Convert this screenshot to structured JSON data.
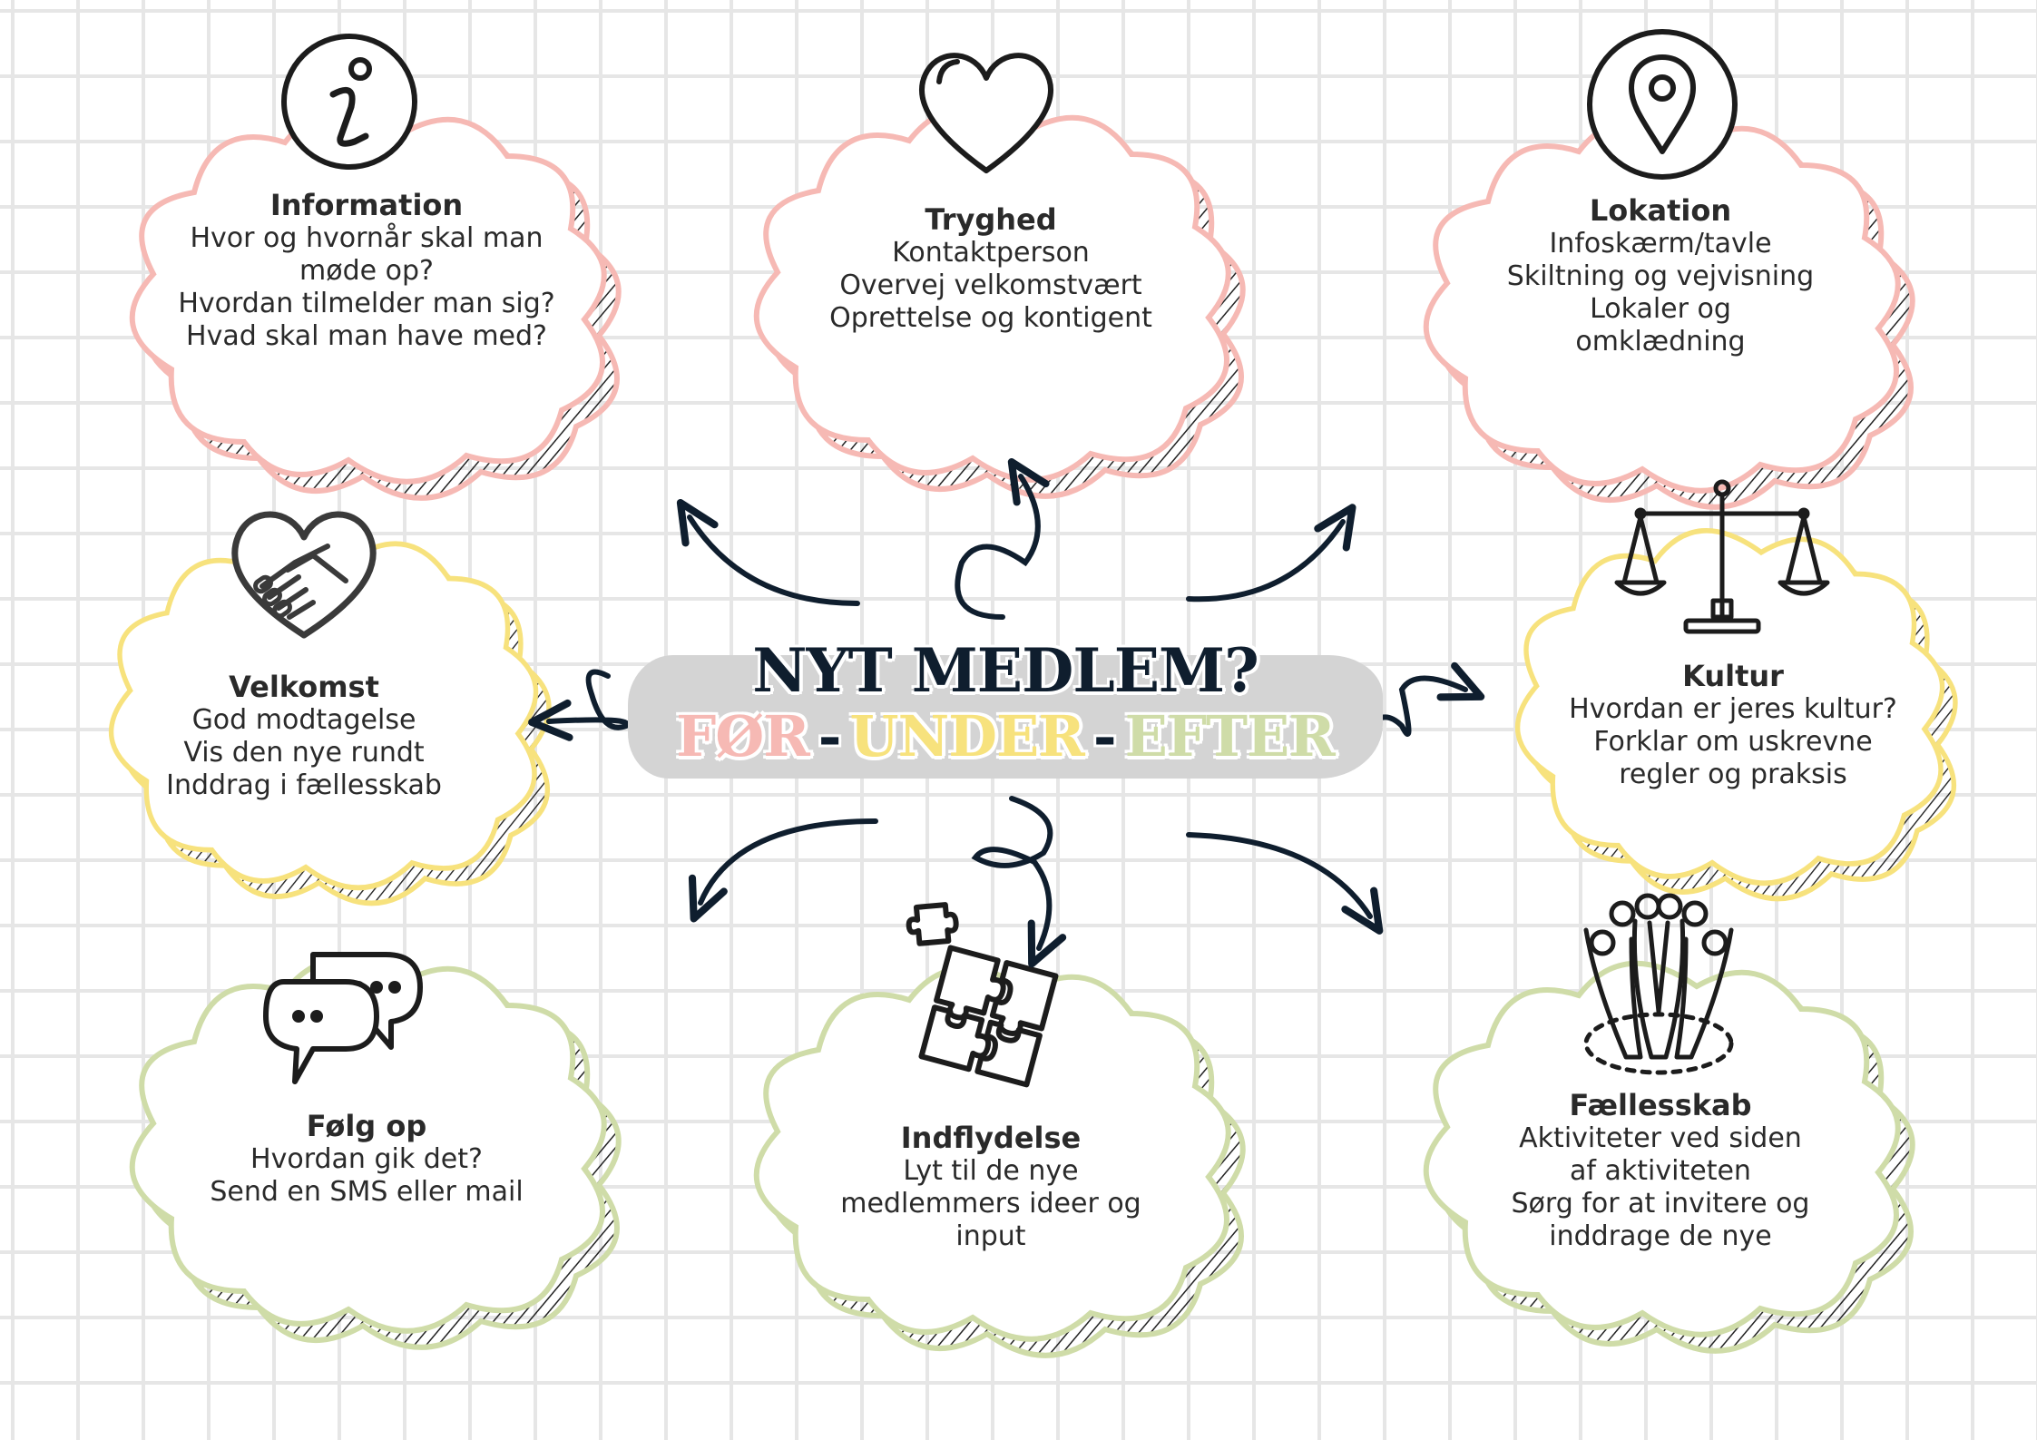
{
  "colors": {
    "pink": "#f6b9b4",
    "yellow": "#f7e27d",
    "green": "#cfdca8",
    "ink": "#0f1e2e",
    "icon": "#1c1c1c"
  },
  "center": {
    "title": "NYT MEDLEM?",
    "phases": [
      {
        "label": "FØR",
        "color": "#f6b9b4"
      },
      {
        "label": "UNDER",
        "color": "#f7e27d"
      },
      {
        "label": "EFTER",
        "color": "#cfdca8"
      }
    ],
    "separator": "-"
  },
  "cards": {
    "information": {
      "icon": "info-icon",
      "color": "#f6b9b4",
      "title": "Information",
      "lines": [
        "Hvor og hvornår skal man",
        "møde op?",
        "Hvordan tilmelder man sig?",
        "Hvad skal man have med?"
      ]
    },
    "tryghed": {
      "icon": "heart-icon",
      "color": "#f6b9b4",
      "title": "Tryghed",
      "lines": [
        "Kontaktperson",
        "Overvej velkomstvært",
        "Oprettelse og kontigent"
      ]
    },
    "lokation": {
      "icon": "location-pin-icon",
      "color": "#f6b9b4",
      "title": "Lokation",
      "lines": [
        "Infoskærm/tavle",
        "Skiltning og vejvisning",
        "Lokaler og",
        "omklædning"
      ]
    },
    "velkomst": {
      "icon": "handshake-heart-icon",
      "color": "#f7e27d",
      "title": "Velkomst",
      "lines": [
        "God modtagelse",
        "Vis den nye rundt",
        "Inddrag i fællesskab"
      ]
    },
    "kultur": {
      "icon": "scales-icon",
      "color": "#f7e27d",
      "title": "Kultur",
      "lines": [
        "Hvordan er jeres kultur?",
        "Forklar om uskrevne",
        "regler og praksis"
      ]
    },
    "folg_op": {
      "icon": "chat-bubbles-icon",
      "color": "#cfdca8",
      "title": "Følg op",
      "lines": [
        "Hvordan gik det?",
        "Send en SMS eller mail"
      ]
    },
    "indflydelse": {
      "icon": "puzzle-icon",
      "color": "#cfdca8",
      "title": "Indflydelse",
      "lines": [
        "Lyt til de nye",
        "medlemmers ideer og",
        "input"
      ]
    },
    "faellesskab": {
      "icon": "community-icon",
      "color": "#cfdca8",
      "title": "Fællesskab",
      "lines": [
        "Aktiviteter ved siden",
        "af aktiviteten",
        "Sørg for at invitere og",
        "inddrage de nye"
      ]
    }
  }
}
